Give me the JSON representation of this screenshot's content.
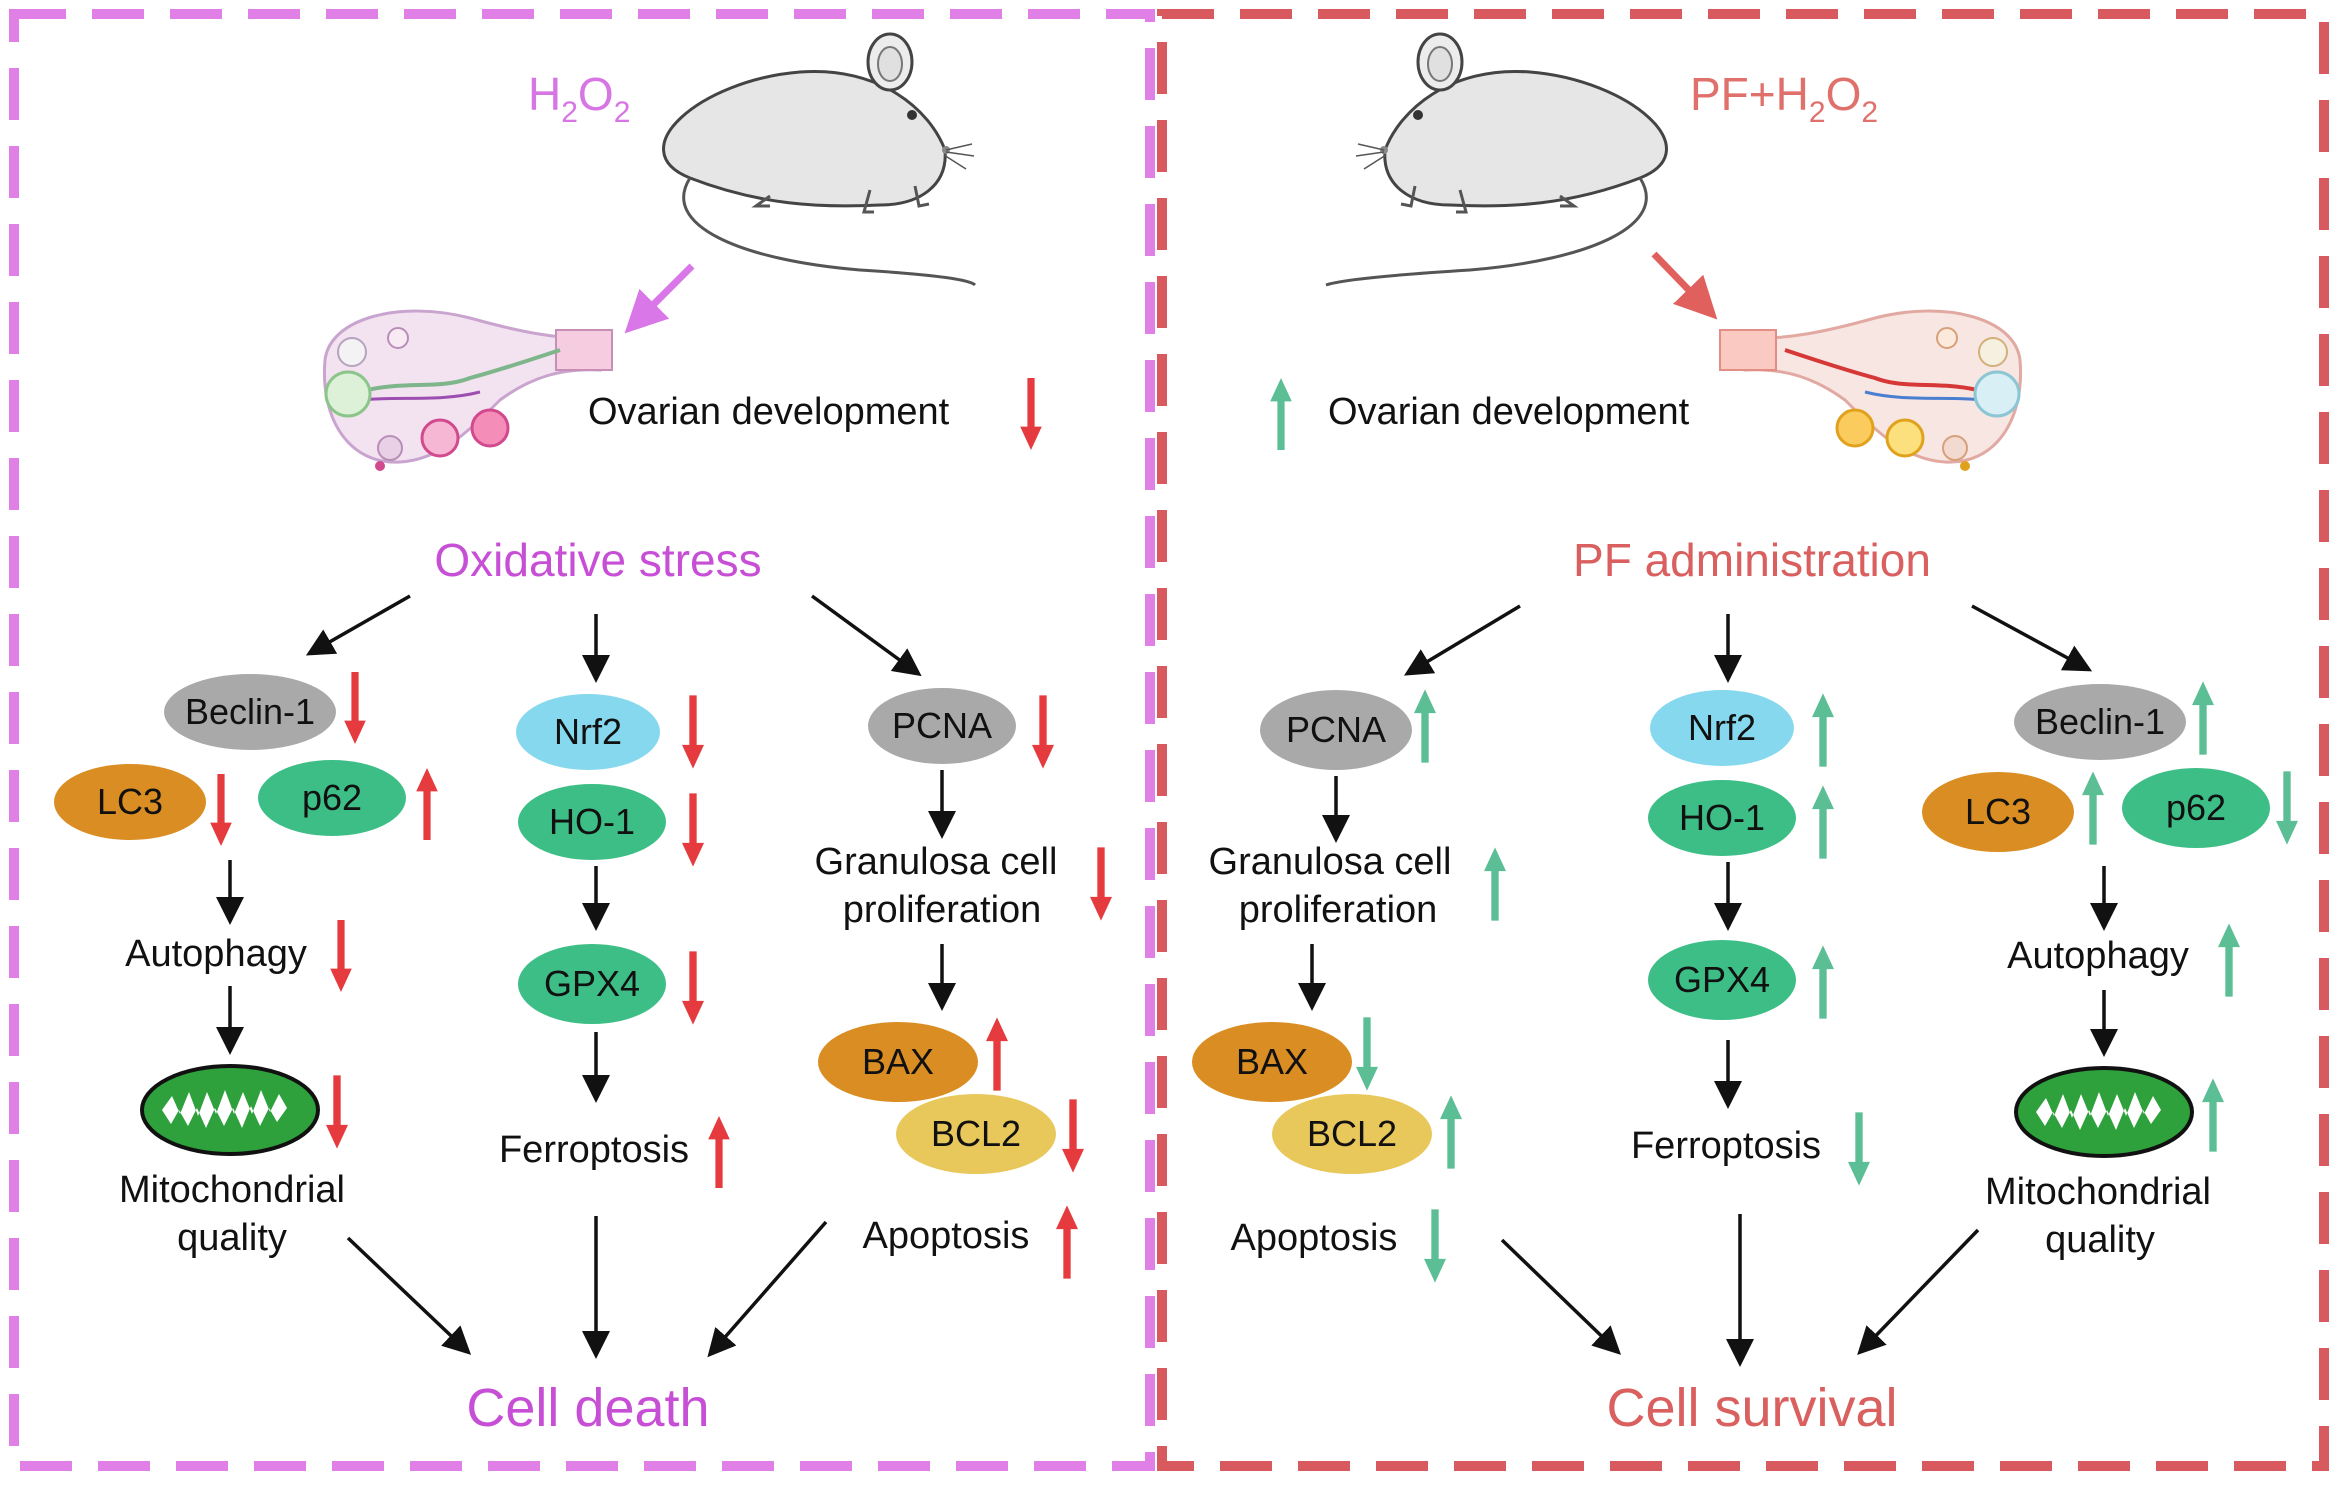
{
  "colors": {
    "left_border": "#E07FE6",
    "right_border": "#D95A5E",
    "left_title": "#C74FD6",
    "right_title": "#D9605F",
    "red_arrow": "#E53B3F",
    "green_arrow": "#5BBE94",
    "grey_pill": "#A9A9A9",
    "cyan_pill": "#86D8EE",
    "green_pill": "#3DBE86",
    "orange_pill": "#D98D22",
    "yellow_pill": "#E8C75B",
    "mito_fill": "#2EA13C"
  },
  "left": {
    "condition_pre": "H",
    "condition_sub1": "2",
    "condition_mid": "O",
    "condition_sub2": "2",
    "ovarian": "Ovarian development",
    "stress": "Oxidative stress",
    "beclin": "Beclin-1",
    "lc3": "LC3",
    "p62": "p62",
    "autophagy": "Autophagy",
    "mito_line1": "Mitochondrial",
    "mito_line2": "quality",
    "nrf2": "Nrf2",
    "ho1": "HO-1",
    "gpx4": "GPX4",
    "ferroptosis": "Ferroptosis",
    "pcna": "PCNA",
    "gran_line1": "Granulosa cell",
    "gran_line2": "proliferation",
    "bax": "BAX",
    "bcl2": "BCL2",
    "apoptosis": "Apoptosis",
    "outcome": "Cell death"
  },
  "right": {
    "condition_pre": "PF+H",
    "condition_sub1": "2",
    "condition_mid": "O",
    "condition_sub2": "2",
    "ovarian": "Ovarian development",
    "admin": "PF administration",
    "pcna": "PCNA",
    "gran_line1": "Granulosa cell",
    "gran_line2": "proliferation",
    "bax": "BAX",
    "bcl2": "BCL2",
    "apoptosis": "Apoptosis",
    "nrf2": "Nrf2",
    "ho1": "HO-1",
    "gpx4": "GPX4",
    "ferroptosis": "Ferroptosis",
    "beclin": "Beclin-1",
    "lc3": "LC3",
    "p62": "p62",
    "autophagy": "Autophagy",
    "mito_line1": "Mitochondrial",
    "mito_line2": "quality",
    "outcome": "Cell survival"
  }
}
